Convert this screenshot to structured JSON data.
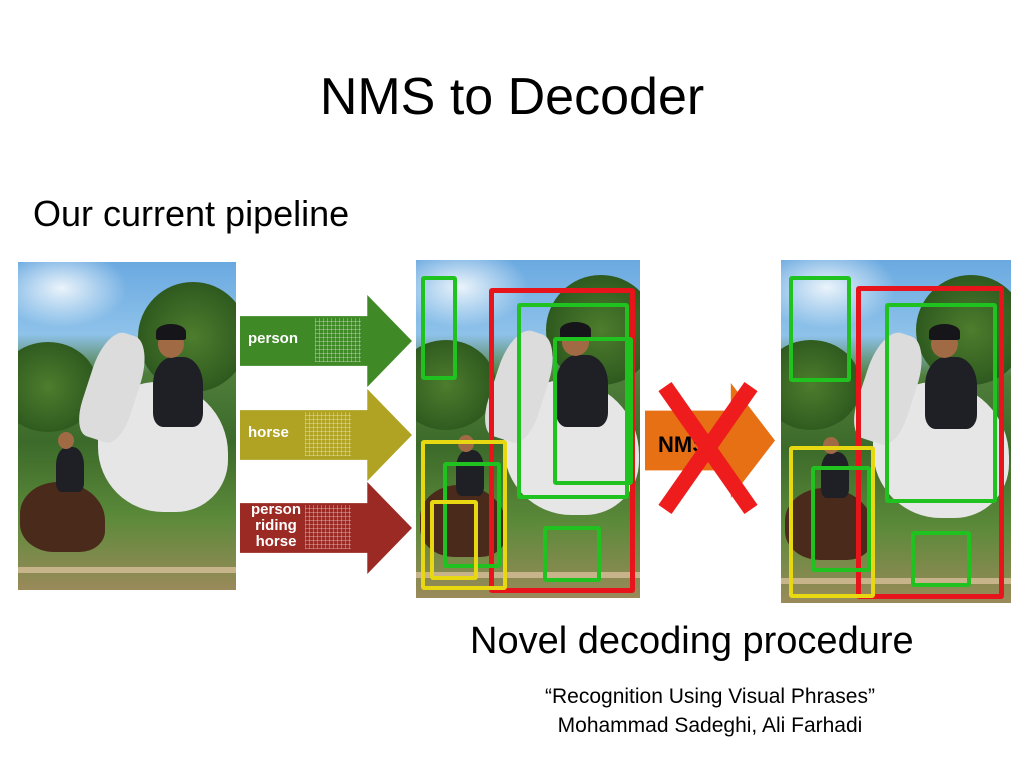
{
  "slide": {
    "title": "NMS to Decoder",
    "subtitle": "Our current pipeline",
    "caption": "Novel decoding procedure",
    "citation_title": "“Recognition Using Visual Phrases”",
    "citation_authors": "Mohammad Sadeghi, Ali Farhadi"
  },
  "detectors": [
    {
      "label": "person",
      "color": "#3f8a26"
    },
    {
      "label": "horse",
      "color": "#b0a324"
    },
    {
      "label": "person\nriding\nhorse",
      "color": "#9b2a24"
    }
  ],
  "nms": {
    "label": "NMS",
    "arrow_color": "#e76f14",
    "cross_color": "#ee1c1c"
  },
  "box_colors": {
    "person": "#1fc21f",
    "horse": "#e8d812",
    "person_riding_horse": "#e8141c"
  }
}
